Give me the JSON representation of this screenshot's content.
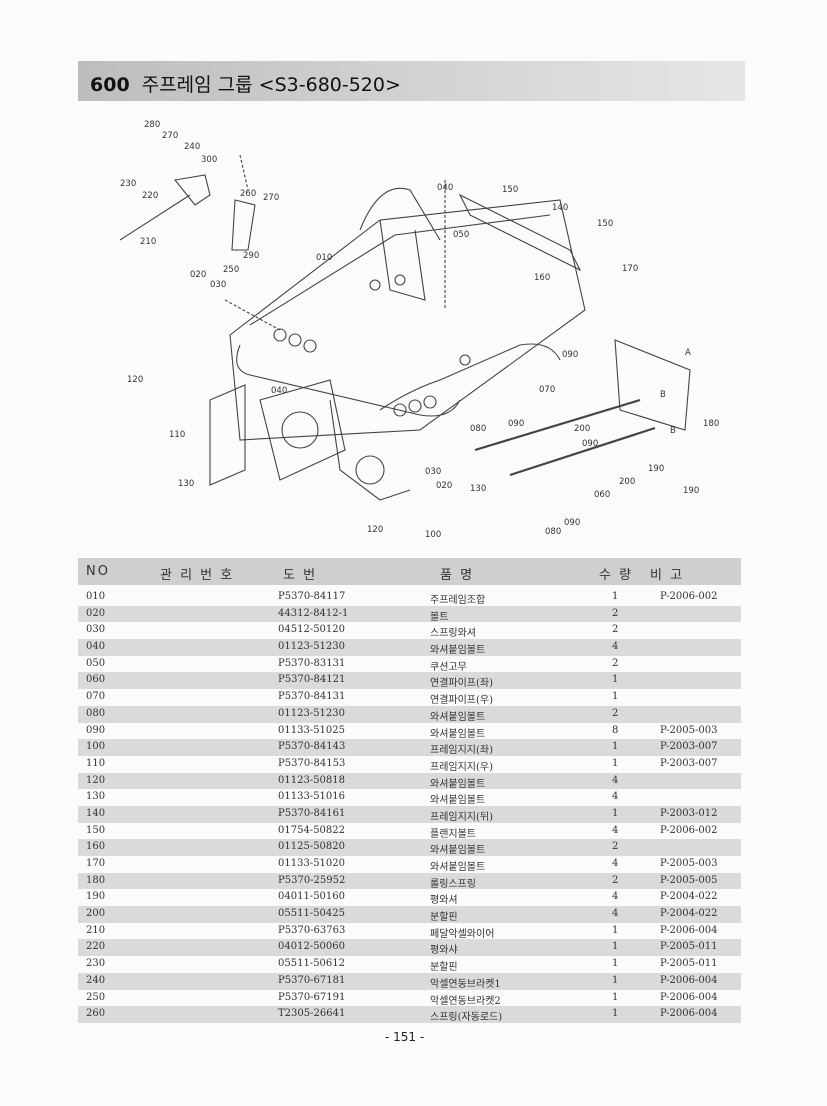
{
  "header": {
    "number": "600",
    "title": "주프레임 그룹 <S3-680-520>"
  },
  "diagram": {
    "callouts": [
      "280",
      "270",
      "240",
      "300",
      "230",
      "220",
      "260",
      "270",
      "210",
      "290",
      "250",
      "010",
      "020",
      "030",
      "040",
      "150",
      "140",
      "150",
      "050",
      "160",
      "170",
      "090",
      "120",
      "040",
      "070",
      "110",
      "080",
      "090",
      "200",
      "180",
      "190",
      "090",
      "A",
      "B",
      "B",
      "130",
      "030",
      "020",
      "130",
      "060",
      "200",
      "190",
      "090",
      "080",
      "120",
      "100"
    ]
  },
  "table": {
    "headers": {
      "no": "NO",
      "mgmt": "관 리 번 호",
      "drawing": "도     번",
      "name": "품     명",
      "qty": "수 량",
      "note": "비   고"
    },
    "rows": [
      {
        "no": "010",
        "drawing": "P5370-84117",
        "name": "주프레임조합",
        "qty": "1",
        "note": "P-2006-002"
      },
      {
        "no": "020",
        "drawing": "44312-8412-1",
        "name": "볼트",
        "qty": "2",
        "note": ""
      },
      {
        "no": "030",
        "drawing": "04512-50120",
        "name": "스프링와셔",
        "qty": "2",
        "note": ""
      },
      {
        "no": "040",
        "drawing": "01123-51230",
        "name": "와셔붙임볼트",
        "qty": "4",
        "note": ""
      },
      {
        "no": "050",
        "drawing": "P5370-83131",
        "name": "쿠션고무",
        "qty": "2",
        "note": ""
      },
      {
        "no": "060",
        "drawing": "P5370-84121",
        "name": "연결파이프(좌)",
        "qty": "1",
        "note": ""
      },
      {
        "no": "070",
        "drawing": "P5370-84131",
        "name": "연결파이프(우)",
        "qty": "1",
        "note": ""
      },
      {
        "no": "080",
        "drawing": "01123-51230",
        "name": "와셔붙임볼트",
        "qty": "2",
        "note": ""
      },
      {
        "no": "090",
        "drawing": "01133-51025",
        "name": "와셔붙임볼트",
        "qty": "8",
        "note": "P-2005-003"
      },
      {
        "no": "100",
        "drawing": "P5370-84143",
        "name": "프레임지지(좌)",
        "qty": "1",
        "note": "P-2003-007"
      },
      {
        "no": "110",
        "drawing": "P5370-84153",
        "name": "프레임지지(우)",
        "qty": "1",
        "note": "P-2003-007"
      },
      {
        "no": "120",
        "drawing": "01123-50818",
        "name": "와셔붙임볼트",
        "qty": "4",
        "note": ""
      },
      {
        "no": "130",
        "drawing": "01133-51016",
        "name": "와셔붙임볼트",
        "qty": "4",
        "note": ""
      },
      {
        "no": "140",
        "drawing": "P5370-84161",
        "name": "프레임지지(뒤)",
        "qty": "1",
        "note": "P-2003-012"
      },
      {
        "no": "150",
        "drawing": "01754-50822",
        "name": "플랜지볼트",
        "qty": "4",
        "note": "P-2006-002"
      },
      {
        "no": "160",
        "drawing": "01125-50820",
        "name": "와셔붙임볼트",
        "qty": "2",
        "note": ""
      },
      {
        "no": "170",
        "drawing": "01133-51020",
        "name": "와셔붙임볼트",
        "qty": "4",
        "note": "P-2005-003"
      },
      {
        "no": "180",
        "drawing": "P5370-25952",
        "name": "롤링스프링",
        "qty": "2",
        "note": "P-2005-005"
      },
      {
        "no": "190",
        "drawing": "04011-50160",
        "name": "평와셔",
        "qty": "4",
        "note": "P-2004-022"
      },
      {
        "no": "200",
        "drawing": "05511-50425",
        "name": "분할핀",
        "qty": "4",
        "note": "P-2004-022"
      },
      {
        "no": "210",
        "drawing": "P5370-63763",
        "name": "페달악셀와이어",
        "qty": "1",
        "note": "P-2006-004"
      },
      {
        "no": "220",
        "drawing": "04012-50060",
        "name": "평와샤",
        "qty": "1",
        "note": "P-2005-011"
      },
      {
        "no": "230",
        "drawing": "05511-50612",
        "name": "분할핀",
        "qty": "1",
        "note": "P-2005-011"
      },
      {
        "no": "240",
        "drawing": "P5370-67181",
        "name": "악셀연동브라켓1",
        "qty": "1",
        "note": "P-2006-004"
      },
      {
        "no": "250",
        "drawing": "P5370-67191",
        "name": "악셀연동브라켓2",
        "qty": "1",
        "note": "P-2006-004"
      },
      {
        "no": "260",
        "drawing": "T2305-26641",
        "name": "스프링(자동로드)",
        "qty": "1",
        "note": "P-2006-004"
      }
    ]
  },
  "footer": {
    "page_number": "- 151 -"
  }
}
